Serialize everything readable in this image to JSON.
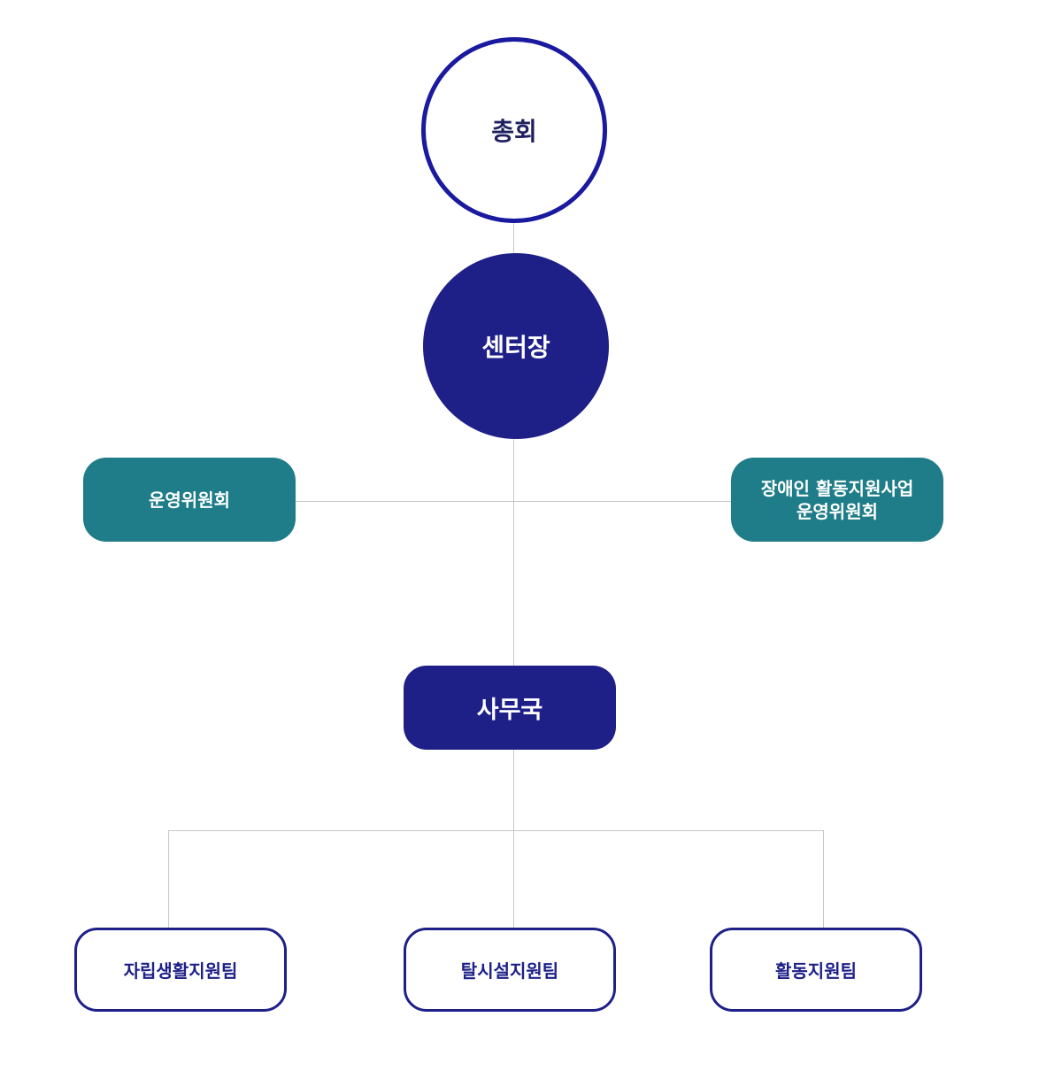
{
  "nodes": {
    "general_assembly": "총회",
    "center_director": "센터장",
    "steering_committee": "운영위원회",
    "activity_support_committee": {
      "line1": "장애인 활동지원사업",
      "line2": "운영위원회"
    },
    "secretariat": "사무국",
    "teams": [
      "자립생활지원팀",
      "탈시설지원팀",
      "활동지원팀"
    ]
  },
  "colors": {
    "navy": "#1e2088",
    "teal": "#1e7d88",
    "outline_blue": "#1a1aa0",
    "connector": "#c8c8c8"
  }
}
